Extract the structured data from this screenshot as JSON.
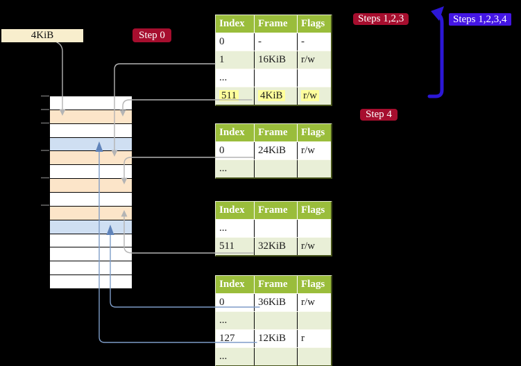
{
  "colors": {
    "background": "#000000",
    "crimson_badge": "#a60e2e",
    "blue_badge": "#4416e4",
    "table_header_green": "#9abd3b",
    "table_row_green": "#e9efd7",
    "highlight_yellow": "#ffff9c",
    "mem_orange": "#fce5c9",
    "mem_blue": "#cfdff2",
    "cream_label": "#f8eecd",
    "gray_line": "#b4b4b4",
    "steel_blue_line": "#7e9cc8",
    "bright_blue_arrow": "#2c17d6"
  },
  "labels": {
    "page_size": "4KiB",
    "step0": "Step 0",
    "steps123": "Steps 1,2,3",
    "steps1234": "Steps 1,2,3,4",
    "step4": "Step 4"
  },
  "memory_column": {
    "rows": [
      "white",
      "orange",
      "white",
      "blue",
      "orange",
      "white",
      "orange",
      "white",
      "orange",
      "blue",
      "white",
      "white",
      "white",
      "white"
    ]
  },
  "tables": [
    {
      "name": "page-table-top",
      "headers": [
        "Index",
        "Frame",
        "Flags"
      ],
      "rows": [
        {
          "cells": [
            "0",
            "-",
            "-"
          ],
          "shade": "white",
          "highlight": false
        },
        {
          "cells": [
            "1",
            "16KiB",
            "r/w"
          ],
          "shade": "green",
          "highlight": false
        },
        {
          "cells": [
            "...",
            "",
            ""
          ],
          "shade": "white",
          "highlight": false
        },
        {
          "cells": [
            "511",
            "4KiB",
            "r/w"
          ],
          "shade": "green",
          "highlight": true
        }
      ]
    },
    {
      "name": "page-table-second",
      "headers": [
        "Index",
        "Frame",
        "Flags"
      ],
      "rows": [
        {
          "cells": [
            "0",
            "24KiB",
            "r/w"
          ],
          "shade": "white",
          "highlight": false
        },
        {
          "cells": [
            "...",
            "",
            ""
          ],
          "shade": "green",
          "highlight": false
        }
      ]
    },
    {
      "name": "page-table-third",
      "headers": [
        "Index",
        "Frame",
        "Flags"
      ],
      "rows": [
        {
          "cells": [
            "...",
            "",
            ""
          ],
          "shade": "white",
          "highlight": false
        },
        {
          "cells": [
            "511",
            "32KiB",
            "r/w"
          ],
          "shade": "green",
          "highlight": false
        }
      ]
    },
    {
      "name": "page-table-leaf",
      "headers": [
        "Index",
        "Frame",
        "Flags"
      ],
      "rows": [
        {
          "cells": [
            "0",
            "36KiB",
            "r/w"
          ],
          "shade": "white",
          "highlight": false
        },
        {
          "cells": [
            "...",
            "",
            ""
          ],
          "shade": "green",
          "highlight": false
        },
        {
          "cells": [
            "127",
            "12KiB",
            "r"
          ],
          "shade": "white",
          "highlight": false
        },
        {
          "cells": [
            "...",
            "",
            ""
          ],
          "shade": "green",
          "highlight": false
        }
      ]
    }
  ]
}
